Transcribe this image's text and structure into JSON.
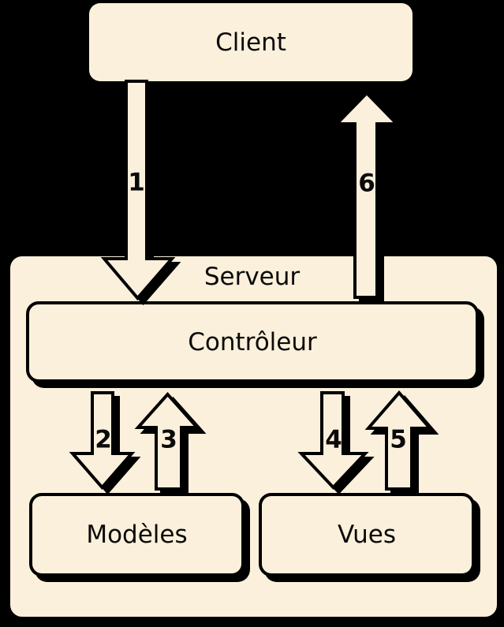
{
  "diagram": {
    "type": "architecture-flow",
    "title": "MVC client-server request flow",
    "colors": {
      "background": "#000000",
      "node_fill": "#FBF0DB",
      "outline": "#000000",
      "text": "#0a0a0a"
    },
    "nodes": {
      "client": {
        "label": "Client"
      },
      "server": {
        "label": "Serveur"
      },
      "controller": {
        "label": "Contrôleur"
      },
      "models": {
        "label": "Modèles"
      },
      "views": {
        "label": "Vues"
      }
    },
    "arrows": [
      {
        "label": "1",
        "from": "client",
        "to": "controller",
        "direction": "down"
      },
      {
        "label": "2",
        "from": "controller",
        "to": "models",
        "direction": "down"
      },
      {
        "label": "3",
        "from": "models",
        "to": "controller",
        "direction": "up"
      },
      {
        "label": "4",
        "from": "controller",
        "to": "views",
        "direction": "down"
      },
      {
        "label": "5",
        "from": "views",
        "to": "controller",
        "direction": "up"
      },
      {
        "label": "6",
        "from": "controller",
        "to": "client",
        "direction": "up"
      }
    ]
  }
}
